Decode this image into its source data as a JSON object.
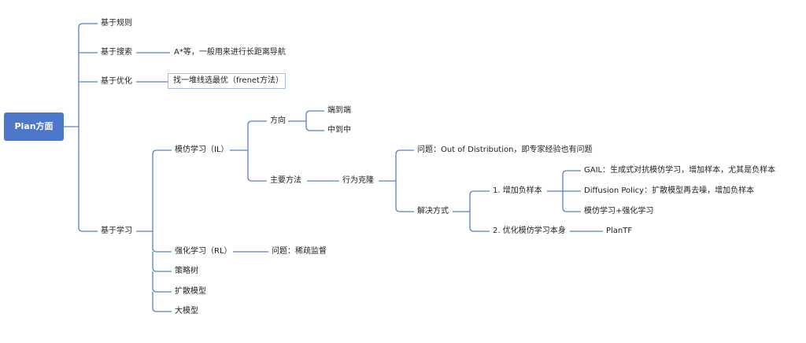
{
  "root": "Plan方面",
  "l1": {
    "rules": "基于规则",
    "search": "基于搜索",
    "optimize": "基于优化",
    "learning": "基于学习"
  },
  "search_note": "A*等，一般用来进行长距离导航",
  "optimize_note": "找一堆线选最优（frenet方法）",
  "learning": {
    "il": "模仿学习（IL）",
    "rl": "强化学习（RL）",
    "tree": "策略树",
    "diffusion": "扩散模型",
    "large_model": "大模型"
  },
  "il": {
    "direction": "方向",
    "end_to_end": "端到端",
    "mid_to_mid": "中到中",
    "main_method": "主要方法",
    "bc": "行为克隆"
  },
  "bc": {
    "problem": "问题：Out of Distribution，即专家经验也有问题",
    "solutions": "解决方式"
  },
  "solutions": {
    "add_negative": "1. 增加负样本",
    "optimize_il": "2. 优化模仿学习本身"
  },
  "negative": {
    "gail": "GAIL：生成式对抗模仿学习，增加样本，尤其是负样本",
    "diffusion_policy": "Diffusion Policy：扩散模型再去噪，增加负样本",
    "il_rl": "模仿学习+强化学习"
  },
  "optimize_il_note": "PlanTF",
  "rl_problem": "问题：稀疏监督"
}
